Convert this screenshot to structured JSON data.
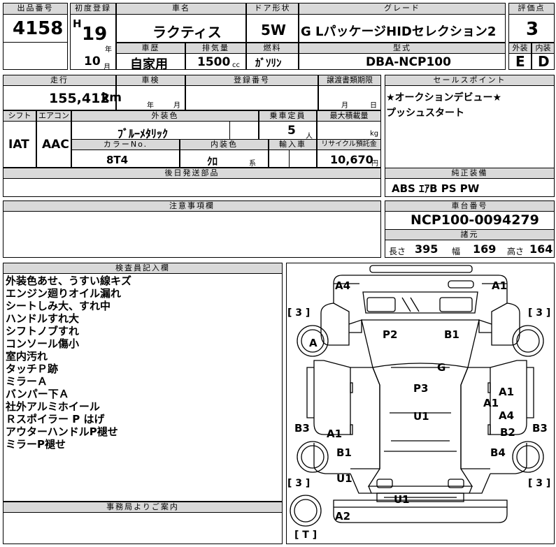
{
  "header": {
    "lot_label": "出品番号",
    "lot_value": "4158",
    "first_reg_label": "初度登録",
    "era": "H",
    "year": "19",
    "year_unit": "年",
    "month": "10",
    "month_unit": "月",
    "model_label": "車名",
    "model_value": "ラクティス",
    "door_label": "ドア形状",
    "door_value": "5W",
    "grade_label": "グレード",
    "grade_value": "G LパッケージHIDセレクション2",
    "score_label": "評価点",
    "score_value": "3",
    "history_label": "車歴",
    "history_value": "自家用",
    "displacement_label": "排気量",
    "displacement_value": "1500",
    "displacement_unit": "cc",
    "fuel_label": "燃料",
    "fuel_value": "ｶﾞｿﾘﾝ",
    "type_label": "型式",
    "type_value": "DBA-NCP100",
    "exterior_label": "外装",
    "exterior_value": "E",
    "interior_label": "内装",
    "interior_value": "D"
  },
  "row2": {
    "mileage_label": "走行",
    "mileage_value": "155,412",
    "mileage_unit": "km",
    "inspection_label": "車検",
    "inspection_year": "年",
    "inspection_month": "月",
    "reg_no_label": "登録番号",
    "transfer_label": "譲渡書類期限",
    "transfer_month": "月",
    "transfer_day": "日",
    "sales_label": "セールスポイント",
    "sales_points": [
      "★オークションデビュー★",
      "プッシュスタート"
    ],
    "shift_label": "シフト",
    "shift_value": "IAT",
    "ac_label": "エアコン",
    "ac_value": "AAC",
    "color_label": "外装色",
    "color_value": "ﾌﾞﾙｰﾒﾀﾘｯｸ",
    "capacity_label": "乗車定員",
    "capacity_value": "5",
    "capacity_unit": "人",
    "load_label": "最大積載量",
    "load_unit": "kg",
    "color_no_label": "カラーNo.",
    "color_no_value": "8T4",
    "int_color_label": "内装色",
    "int_color_value": "ｸﾛ",
    "int_color_unit": "系",
    "import_label": "輸入車",
    "recycle_label": "リサイクル預託金",
    "recycle_value": "10,670",
    "recycle_unit": "円",
    "later_parts_label": "後日発送部品",
    "equipment_label": "純正装備",
    "equipment_value": "ABS ｴｱB PS PW"
  },
  "notes": {
    "caution_label": "注意事項欄"
  },
  "chassis": {
    "chassis_label": "車台番号",
    "chassis_value": "NCP100-0094279",
    "dims_label": "諸元",
    "length_label": "長さ",
    "length_value": "395",
    "width_label": "幅",
    "width_value": "169",
    "height_label": "高さ",
    "height_value": "164"
  },
  "inspector": {
    "label": "検査員記入欄",
    "lines": [
      "外装色あせ、うすい線キズ",
      "エンジン廻りオイル漏れ",
      "シートしみ大、すれ中",
      "ハンドルすれ大",
      "シフトノブすれ",
      "コンソール傷小",
      "室内汚れ",
      "タッチＰ跡",
      "ミラーＡ",
      "バンパー下Ａ",
      "社外アルミホイール",
      "Ｒスポイラー P はげ",
      "アウターハンドルP褪せ",
      "ミラーP褪せ"
    ],
    "office_label": "事務局よりご案内"
  },
  "diagram": {
    "marks": {
      "a4": "A4",
      "a1_front": "A1",
      "p2": "P2",
      "b1_top": "B1",
      "a_tire": "A",
      "g": "G",
      "p3": "P3",
      "u1_center": "U1",
      "a1_right1": "A1",
      "a1_right2": "A1",
      "a4_right": "A4",
      "b2": "B2",
      "b3_left": "B3",
      "b3_right": "B3",
      "a1_left": "A1",
      "b1_left": "B1",
      "b4": "B4",
      "u1_left": "U1",
      "u1_bottom": "U1",
      "a2": "A2"
    },
    "brackets": {
      "fl": "[ 3 ]",
      "fr": "[ 3 ]",
      "rl": "[ 3 ]",
      "rr": "[ 3 ]",
      "t": "[ T ]"
    }
  }
}
